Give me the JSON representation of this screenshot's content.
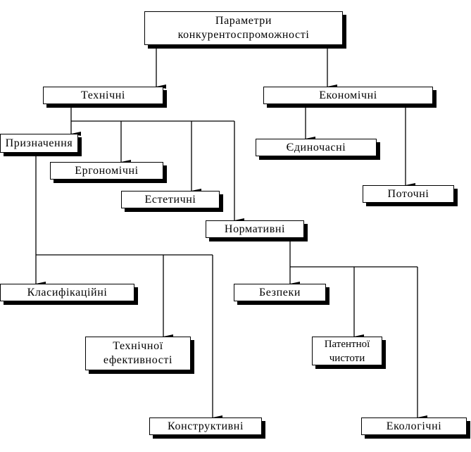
{
  "diagram": {
    "root": "Параметри\nконкурентоспроможності",
    "technical": "Технічні",
    "economic": "Економічні",
    "purpose": "Призначення",
    "ergonomic": "Ергономічні",
    "aesthetic": "Естетичні",
    "normative": "Нормативні",
    "one_time": "Єдиночасні",
    "current": "Поточні",
    "classification": "Класифікаційні",
    "tech_efficiency": "Технічної\nефективності",
    "constructive": "Конструктивні",
    "safety": "Безпеки",
    "patent_purity": "Патентної\nчистоти",
    "ecological": "Екологічні"
  }
}
